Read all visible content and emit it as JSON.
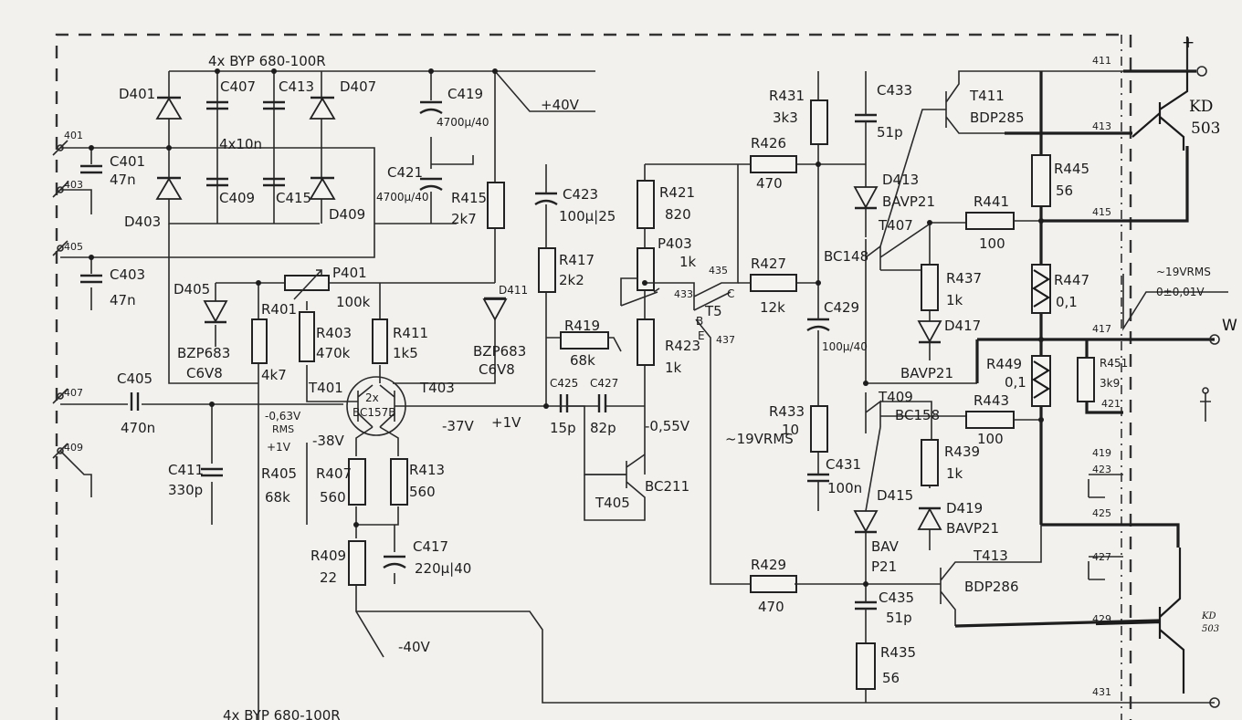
{
  "labels": {
    "hdr": "4x BYP 680-100R",
    "hdr2": "4x BYP 680-100R",
    "caps10n": "4x10n",
    "v40p": "+40V",
    "v40n": "-40V",
    "v1": "+1V",
    "v37": "-37V",
    "v38": "-38V",
    "v055": "-0,55V",
    "v063": "-0,63V",
    "rms": "RMS",
    "v1b": "+1V",
    "v19rms": "~19VRMS",
    "v19rms_r": "~19VRMS",
    "offset": "0±0,01V",
    "plus": "+",
    "outw": "W",
    "kd1": "KD",
    "kd1b": "503",
    "kd2": "KD",
    "kd2b": "503",
    "x2": "2x",
    "bc157": "BC157B"
  },
  "components": {
    "D401": "D401",
    "D403": "D403",
    "D405": "D405",
    "D407": "D407",
    "D409": "D409",
    "D411": "D411",
    "D413": "D413",
    "D415": "D415",
    "D417": "D417",
    "D419": "D419",
    "C401": "C401",
    "C401v": "47n",
    "C403": "C403",
    "C403v": "47n",
    "C405": "C405",
    "C405v": "470n",
    "C407": "C407",
    "C409": "C409",
    "C411": "C411",
    "C411v": "330p",
    "C413": "C413",
    "C415": "C415",
    "C417": "C417",
    "C417v": "220μ|40",
    "C419": "C419",
    "C419v": "4700μ/40",
    "C421": "C421",
    "C421v": "4700μ/40",
    "C423": "C423",
    "C423v": "100μ|25",
    "C425": "C425",
    "C425v": "15p",
    "C427": "C427",
    "C427v": "82p",
    "C429": "C429",
    "C429v": "100μ/40",
    "C431": "C431",
    "C431v": "100n",
    "C433": "C433",
    "C433v": "51p",
    "C435": "C435",
    "C435v": "51p",
    "R401": "R401",
    "R401v": "4k7",
    "R403": "R403",
    "R403v": "470k",
    "R405": "R405",
    "R405v": "68k",
    "R407": "R407",
    "R407v": "560",
    "R409": "R409",
    "R409v": "22",
    "R411": "R411",
    "R411v": "1k5",
    "R413": "R413",
    "R413v": "560",
    "R415": "R415",
    "R415v": "2k7",
    "R417": "R417",
    "R417v": "2k2",
    "R419": "R419",
    "R419v": "68k",
    "R421": "R421",
    "R421v": "820",
    "R423": "R423",
    "R423v": "1k",
    "R426": "R426",
    "R426v": "470",
    "R427": "R427",
    "R427v": "12k",
    "R429": "R429",
    "R429v": "470",
    "R431": "R431",
    "R431v": "3k3",
    "R433": "R433",
    "R433v": "10",
    "R435": "R435",
    "R435v": "56",
    "R437": "R437",
    "R437v": "1k",
    "R439": "R439",
    "R439v": "1k",
    "R441": "R441",
    "R441v": "100",
    "R443": "R443",
    "R443v": "100",
    "R445": "R445",
    "R445v": "56",
    "R447": "R447",
    "R447v": "0,1",
    "R449": "R449",
    "R449v": "0,1",
    "R451": "R451",
    "R451v": "3k9",
    "P401": "P401",
    "P401v": "100k",
    "P403": "P403",
    "P403v": "1k",
    "T401": "T401",
    "T403": "T403",
    "T405": "T405",
    "T405t": "BC211",
    "T407": "T407",
    "T407t": "BC148",
    "T409": "T409",
    "T409t": "BC158",
    "T411": "T411",
    "T411t": "BDP285",
    "T413": "T413",
    "T413t": "BDP286",
    "T5": "T5",
    "B": "B",
    "C": "C",
    "E": "E",
    "D405t": "BZP683",
    "D405v": "C6V8",
    "D411t": "BZP683",
    "D411v": "C6V8",
    "D413t": "BAVP21",
    "D415t": "BAV",
    "D415v": "P21",
    "D417t": "BAVP21",
    "D419t": "BAVP21"
  },
  "pins": {
    "p401": "401",
    "p403": "403",
    "p405": "405",
    "p407": "407",
    "p409": "409",
    "p411": "411",
    "p413": "413",
    "p415": "415",
    "p417": "417",
    "p419": "419",
    "p421": "421",
    "p423": "423",
    "p425": "425",
    "p427": "427",
    "p429": "429",
    "p431": "431",
    "p433": "433",
    "p435": "435",
    "p437": "437"
  },
  "colors": {
    "paper": "#f2f1ee",
    "ink": "#1d1d1d"
  }
}
